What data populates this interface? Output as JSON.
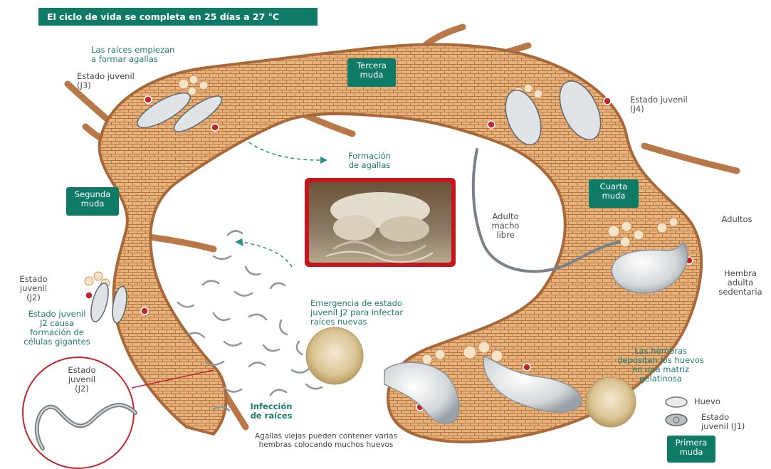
{
  "title": "El ciclo de vida se completa en 25 días a 27 °C",
  "stages": {
    "tercera_muda": "Tercera\nmuda",
    "segunda_muda": "Segunda\nmuda",
    "cuarta_muda": "Cuarta\nmuda",
    "primera_muda": "Primera\nmuda"
  },
  "labels": {
    "raices_agallas": "Las raíces empiezan\na formar agallas",
    "juvenil_j3": "Estado juvenil\n(J3)",
    "juvenil_j4": "Estado juvenil\n(J4)",
    "formacion_agallas": "Formación\nde agallas",
    "adulto_macho": "Adulto\nmacho\nlibre",
    "adultos": "Adultos",
    "hembra_adulta": "Hembra\nadulta\nsedentaria",
    "juvenil_j2": "Estado\njuvenil\n(J2)",
    "j2_causa": "Estado juvenil\nJ2 causa\nformación de\ncélulas gigantes",
    "emergencia": "Emergencia de estado\njuvenil J2 para infectar\nraíces nuevas",
    "hembras_depositan": "Las hembras\ndepositan los huevos\nen una matriz gelatinosa",
    "huevo": "Huevo",
    "juvenil_j1": "Estado\njuvenil (J1)",
    "inset_j2": "Estado\njuvenil\n(J2)",
    "infeccion": "Infección\nde raíces",
    "agallas_viejas": "Agallas viejas pueden contener varias\nhembras colocando muchos huevos"
  },
  "colors": {
    "root": "#c98a52",
    "root_dark": "#a8683a",
    "cell": "#e8b880",
    "green_box": "#0f7a66",
    "label_green": "#1f7f6f",
    "red_marker": "#c0272d",
    "photo_bg": "#c4161c"
  }
}
